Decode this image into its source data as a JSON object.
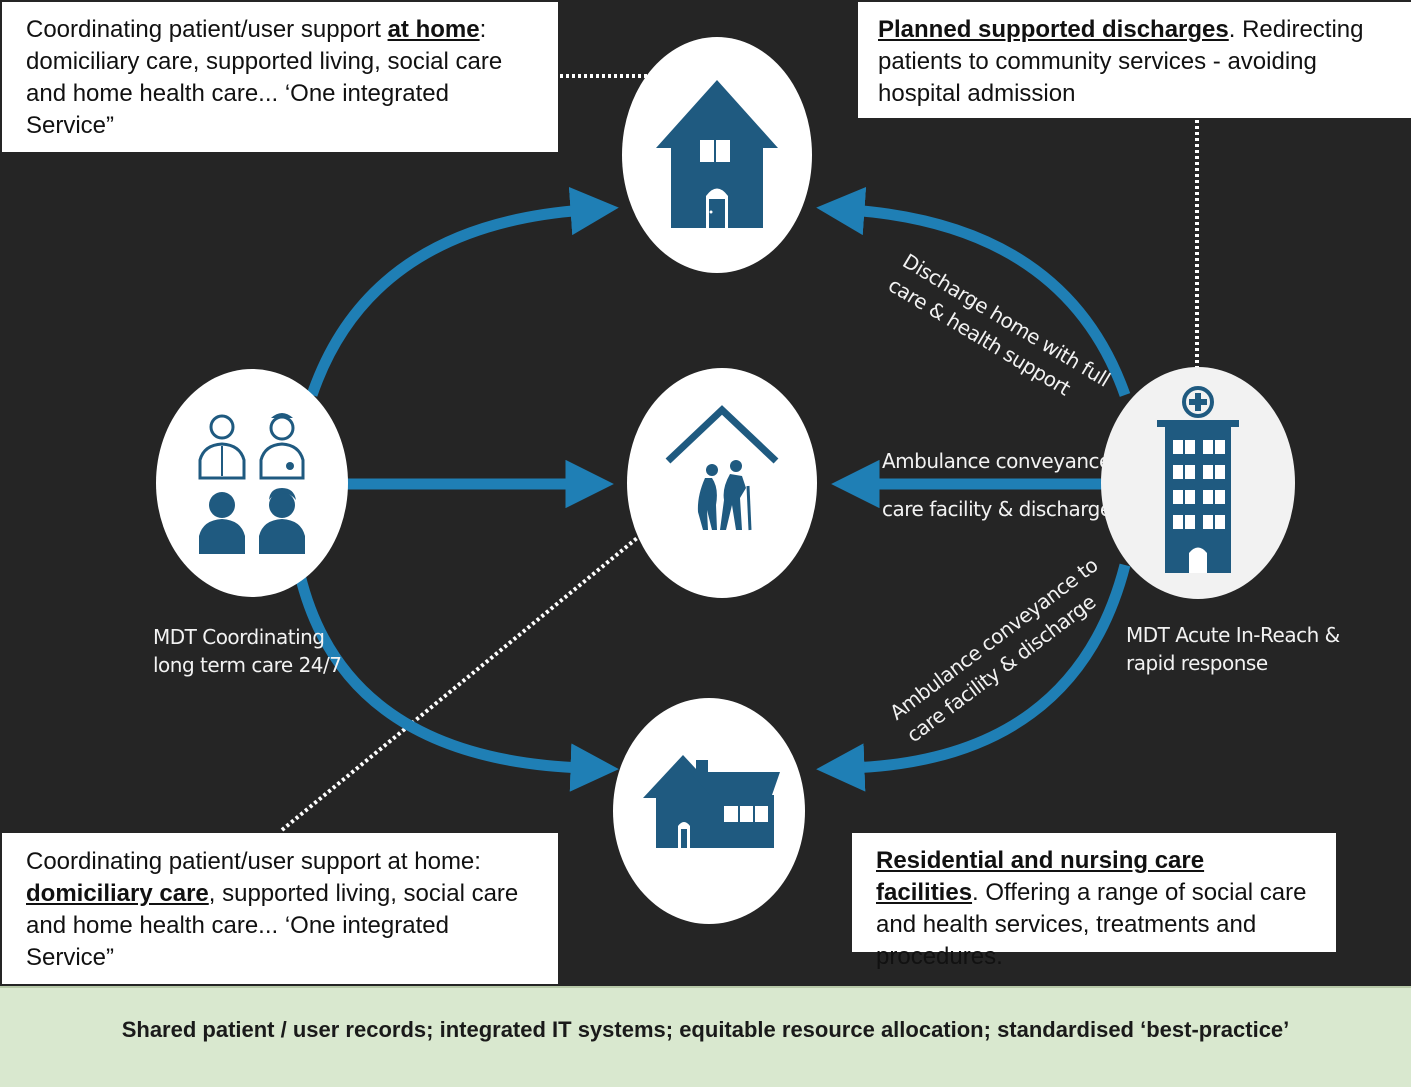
{
  "callouts": {
    "top_left": {
      "before": "Coordinating patient/user support ",
      "keyword": "at home",
      "after": ": domiciliary care, supported living, social care and home health care... ‘One integrated Service”"
    },
    "top_right": {
      "keyword": "Planned supported discharges",
      "after": ". Redirecting patients to community services - avoiding hospital admission"
    },
    "bottom_left": {
      "before": "Coordinating patient/user support at home: ",
      "keyword": "domiciliary care",
      "after": ", supported living, social care and home health care... ‘One integrated Service”"
    },
    "bottom_right": {
      "keyword": "Residential and nursing care facilities",
      "after": ". Offering a range of social care and health services, treatments and procedures."
    }
  },
  "labels": {
    "mdt_left": "MDT Coordinating\nlong term care 24/7",
    "mdt_right": "MDT Acute In-Reach &\nrapid response",
    "discharge_home": "Discharge home with full\ncare & health support",
    "ambulance_middle_1": "Ambulance conveyance to",
    "ambulance_middle_2": "care facility & discharge",
    "ambulance_bottom": "Ambulance conveyance to\ncare facility & discharge"
  },
  "footer": "Shared patient / user records; integrated IT systems; equitable resource allocation; standardised ‘best-practice’",
  "colors": {
    "background": "#252525",
    "arrow": "#1f7fb5",
    "icon": "#1f5a80",
    "circle": "#ffffff",
    "footer": "#d9e8cf"
  },
  "icons": [
    "house-icon",
    "elderly-care-home-icon",
    "residential-facility-icon",
    "medical-team-icon",
    "hospital-icon"
  ]
}
